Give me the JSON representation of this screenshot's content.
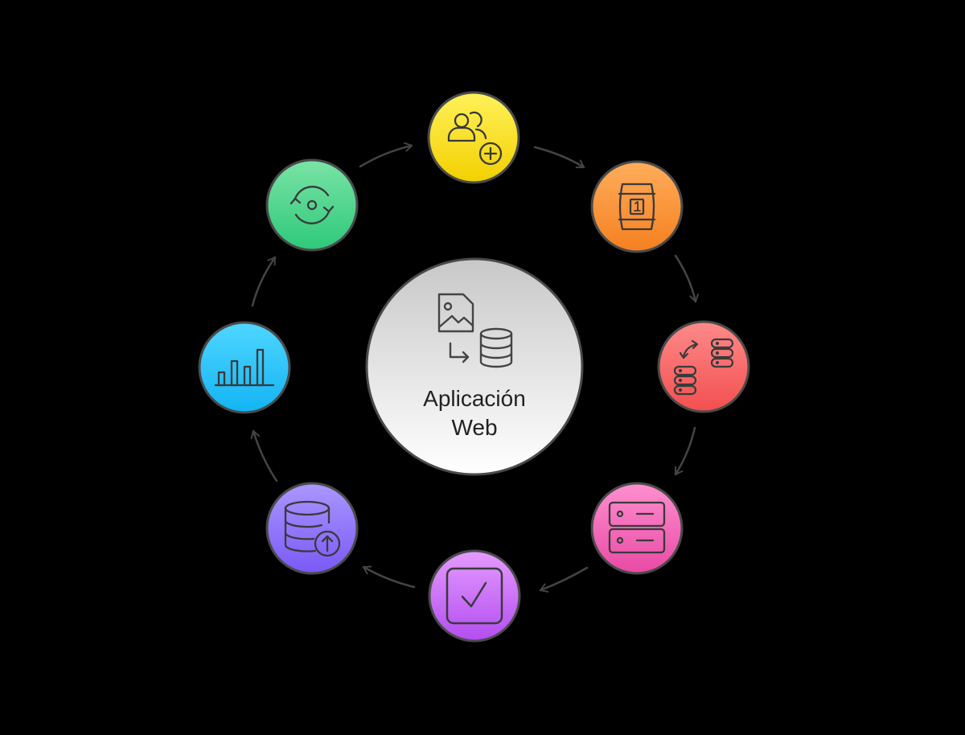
{
  "center": {
    "title_line1": "Aplicación",
    "title_line2": "Web",
    "icon_top": "image-file-icon",
    "icon_bottom": "database-icon",
    "gradient": [
      "#c8c8c8",
      "#ffffff"
    ]
  },
  "nodes": [
    {
      "name": "users-add-icon",
      "colors": [
        "#fff15a",
        "#f2d000"
      ]
    },
    {
      "name": "barrel-icon",
      "colors": [
        "#ffad5c",
        "#f5801f"
      ]
    },
    {
      "name": "database-sync-icon",
      "colors": [
        "#ff8a8a",
        "#f24f4f"
      ]
    },
    {
      "name": "server-icon",
      "colors": [
        "#ff8fcf",
        "#e84aa4"
      ]
    },
    {
      "name": "checkbox-icon",
      "colors": [
        "#e59bff",
        "#b24ef0"
      ]
    },
    {
      "name": "database-upload-icon",
      "colors": [
        "#aa97ff",
        "#7a59f7"
      ]
    },
    {
      "name": "bar-chart-icon",
      "colors": [
        "#4fd6ff",
        "#13b4f4"
      ]
    },
    {
      "name": "refresh-icon",
      "colors": [
        "#7ae3a6",
        "#2ec97a"
      ]
    }
  ],
  "flow": "clockwise",
  "arrow_color": "#444444",
  "icon_stroke": "#3a3a3a"
}
